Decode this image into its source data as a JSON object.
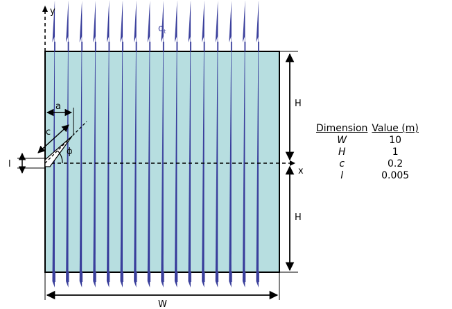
{
  "labels": {
    "y_axis": "y",
    "x_axis": "x",
    "stress": "σ",
    "stress_sub": "t",
    "height_top": "H",
    "height_bottom": "H",
    "width": "W",
    "crack_a": "a",
    "crack_c": "c",
    "crack_l": "l",
    "angle": "ϕ"
  },
  "table": {
    "headers": [
      "Dimension",
      "Value (m)"
    ],
    "rows": [
      {
        "symbol": "W",
        "value": "10"
      },
      {
        "symbol": "H",
        "value": "1"
      },
      {
        "symbol": "c",
        "value": "0.2"
      },
      {
        "symbol": "l",
        "value": "0.005"
      }
    ]
  },
  "colors": {
    "plate_fill": "#b7dee0",
    "arrow": "#3a3f9c",
    "line": "#000000"
  }
}
